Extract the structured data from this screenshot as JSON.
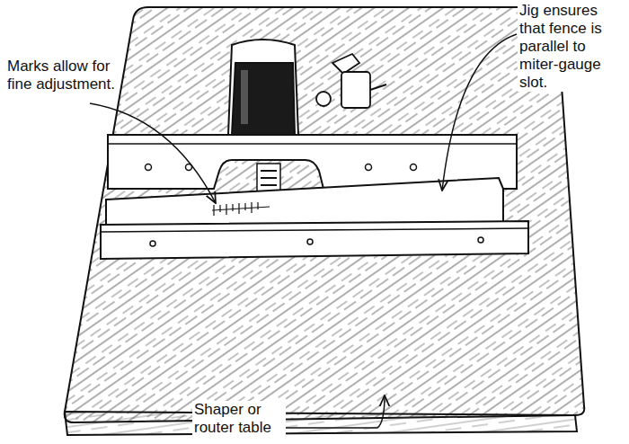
{
  "diagram": {
    "labels": [
      "Marks allow for fine adjustment.",
      "Jig ensures that fence is parallel to miter-gauge slot.",
      "Shaper or router table"
    ]
  }
}
